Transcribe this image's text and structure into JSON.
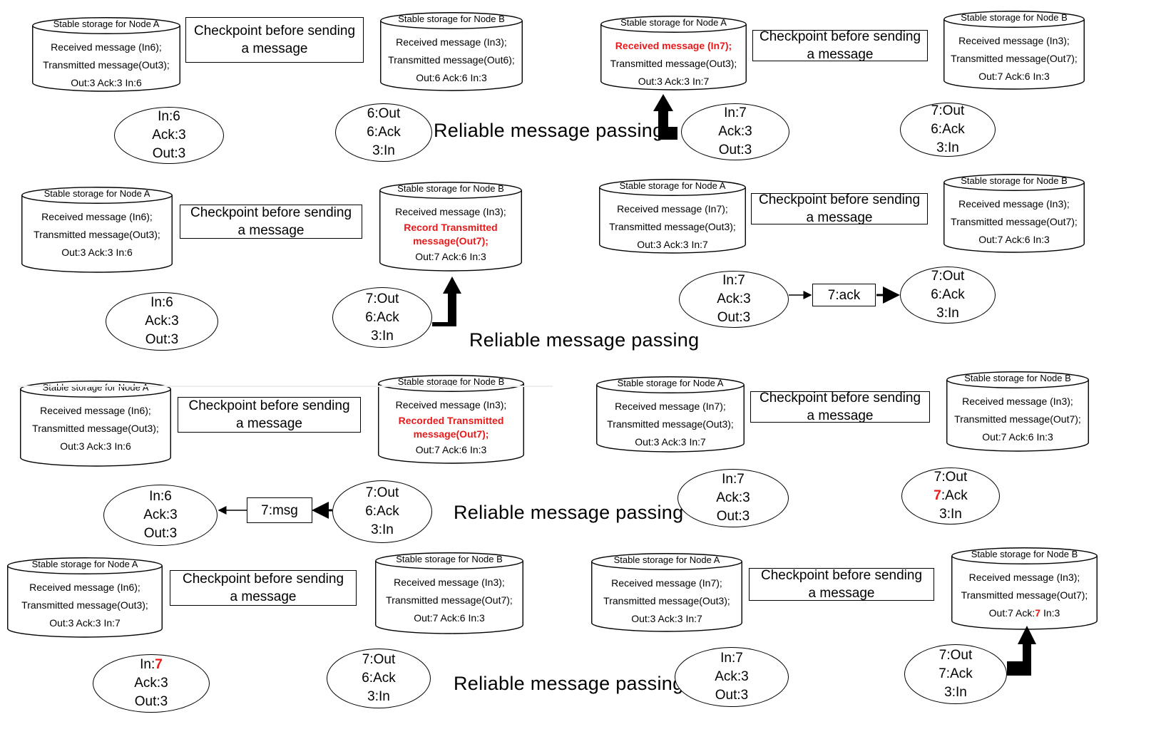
{
  "panels": [
    {
      "storage_a": {
        "title": "Stable storage for Node A",
        "lines": [
          {
            "text": "Received message (In6);"
          },
          {
            "text": "Transmitted message(Out3);"
          },
          {
            "text": "Out:3 Ack:3 In:6"
          }
        ]
      },
      "checkpoint": {
        "line1": "Checkpoint before sending",
        "line2": "a message"
      },
      "storage_b": {
        "title": "Stable storage for Node B",
        "lines": [
          {
            "text": "Received message (In3);"
          },
          {
            "text": "Transmitted message(Out6);"
          },
          {
            "text": "Out:6 Ack:6 In:3"
          }
        ]
      },
      "node_a": [
        "In:6",
        "Ack:3",
        "Out:3"
      ],
      "node_b": [
        "6:Out",
        "6:Ack",
        "3:In"
      ],
      "caption": "Reliable message passing"
    },
    {
      "storage_a": {
        "title": "Stable storage for Node A",
        "lines": [
          {
            "text": "Received message (In6);"
          },
          {
            "text": "Transmitted message(Out3);"
          },
          {
            "text": "Out:3 Ack:3 In:6"
          }
        ]
      },
      "checkpoint": {
        "line1": "Checkpoint before sending",
        "line2": "a message"
      },
      "storage_b": {
        "title": "Stable storage for Node B",
        "lines": [
          {
            "text": "Received message (In3);"
          },
          {
            "text": "Record Transmitted",
            "red": true
          },
          {
            "text": "message(Out7);",
            "red": true
          },
          {
            "text": "Out:7 Ack:6 In:3"
          }
        ]
      },
      "node_a": [
        "In:6",
        "Ack:3",
        "Out:3"
      ],
      "node_b": [
        "7:Out",
        "6:Ack",
        "3:In"
      ],
      "caption": "Reliable message passing"
    },
    {
      "storage_a": {
        "title": "Stable storage for Node A",
        "lines": [
          {
            "text": "Received message (In6);"
          },
          {
            "text": "Transmitted message(Out3);"
          },
          {
            "text": "Out:3 Ack:3 In:6"
          }
        ]
      },
      "checkpoint": {
        "line1": "Checkpoint before sending",
        "line2": "a message"
      },
      "storage_b": {
        "title": "Stable storage for Node B",
        "lines": [
          {
            "text": "Received message (In3);"
          },
          {
            "text": "Recorded Transmitted",
            "red": true
          },
          {
            "text": "message(Out7);",
            "red": true
          },
          {
            "text": "Out:7 Ack:6 In:3"
          }
        ]
      },
      "node_a": [
        "In:6",
        "Ack:3",
        "Out:3"
      ],
      "node_b": [
        "7:Out",
        "6:Ack",
        "3:In"
      ],
      "message": "7:msg",
      "caption": "Reliable message passing"
    },
    {
      "storage_a": {
        "title": "Stable storage for Node A",
        "lines": [
          {
            "text": "Received message (In6);"
          },
          {
            "text": "Transmitted message(Out3);"
          },
          {
            "text": "Out:3 Ack:3 In:7"
          }
        ]
      },
      "checkpoint": {
        "line1": "Checkpoint before sending",
        "line2": "a message"
      },
      "storage_b": {
        "title": "Stable storage for Node B",
        "lines": [
          {
            "text": "Received message (In3);"
          },
          {
            "text": "Transmitted message(Out7);"
          },
          {
            "text": "Out:7 Ack:6 In:3"
          }
        ]
      },
      "node_a": [
        {
          "prefix": "In:",
          "red": "7"
        },
        "Ack:3",
        "Out:3"
      ],
      "node_b": [
        "7:Out",
        "6:Ack",
        "3:In"
      ],
      "caption": "Reliable message passing"
    },
    {
      "storage_a": {
        "title": "Stable storage for Node A",
        "lines": [
          {
            "text": "Received message (In7);",
            "red": true
          },
          {
            "text": "Transmitted message(Out3);"
          },
          {
            "text": "Out:3 Ack:3 In:7"
          }
        ]
      },
      "checkpoint": {
        "line1": "Checkpoint before sending",
        "line2": "a message"
      },
      "storage_b": {
        "title": "Stable storage for Node B",
        "lines": [
          {
            "text": "Received message (In3);"
          },
          {
            "text": "Transmitted message(Out7);"
          },
          {
            "text": "Out:7 Ack:6 In:3"
          }
        ]
      },
      "node_a": [
        "In:7",
        "Ack:3",
        "Out:3"
      ],
      "node_b": [
        "7:Out",
        "6:Ack",
        "3:In"
      ]
    },
    {
      "storage_a": {
        "title": "Stable storage for Node A",
        "lines": [
          {
            "text": "Received message (In7);"
          },
          {
            "text": "Transmitted message(Out3);"
          },
          {
            "text": "Out:3 Ack:3 In:7"
          }
        ]
      },
      "checkpoint": {
        "line1": "Checkpoint before sending",
        "line2": "a message"
      },
      "storage_b": {
        "title": "Stable storage for Node B",
        "lines": [
          {
            "text": "Received message (In3);"
          },
          {
            "text": "Transmitted message(Out7);"
          },
          {
            "text": "Out:7 Ack:6 In:3"
          }
        ]
      },
      "node_a": [
        "In:7",
        "Ack:3",
        "Out:3"
      ],
      "node_b": [
        "7:Out",
        "6:Ack",
        "3:In"
      ],
      "message": "7:ack"
    },
    {
      "storage_a": {
        "title": "Stable storage for Node A",
        "lines": [
          {
            "text": "Received message (In7);"
          },
          {
            "text": "Transmitted message(Out3);"
          },
          {
            "text": "Out:3 Ack:3 In:7"
          }
        ]
      },
      "checkpoint": {
        "line1": "Checkpoint before sending",
        "line2": "a message"
      },
      "storage_b": {
        "title": "Stable storage for Node B",
        "lines": [
          {
            "text": "Received message (In3);"
          },
          {
            "text": "Transmitted message(Out7);"
          },
          {
            "text": "Out:7 Ack:6 In:3"
          }
        ]
      },
      "node_a": [
        "In:7",
        "Ack:3",
        "Out:3"
      ],
      "node_b": [
        "7:Out",
        {
          "red": "7",
          "suffix": ":Ack"
        },
        "3:In"
      ]
    },
    {
      "storage_a": {
        "title": "Stable storage for Node A",
        "lines": [
          {
            "text": "Received message (In7);"
          },
          {
            "text": "Transmitted message(Out3);"
          },
          {
            "text": "Out:3 Ack:3 In:7"
          }
        ]
      },
      "checkpoint": {
        "line1": "Checkpoint before sending",
        "line2": "a message"
      },
      "storage_b": {
        "title": "Stable storage for Node B",
        "lines": [
          {
            "text": "Received message (In3);"
          },
          {
            "text": "Transmitted message(Out7);"
          },
          {
            "text": "Out:7 Ack:",
            "red_suffix": "7",
            "tail": " In:3"
          }
        ]
      },
      "node_a": [
        "In:7",
        "Ack:3",
        "Out:3"
      ],
      "node_b": [
        "7:Out",
        "7:Ack",
        "3:In"
      ]
    }
  ],
  "colors": {
    "highlight": "#e8191a",
    "stroke": "#000000"
  }
}
